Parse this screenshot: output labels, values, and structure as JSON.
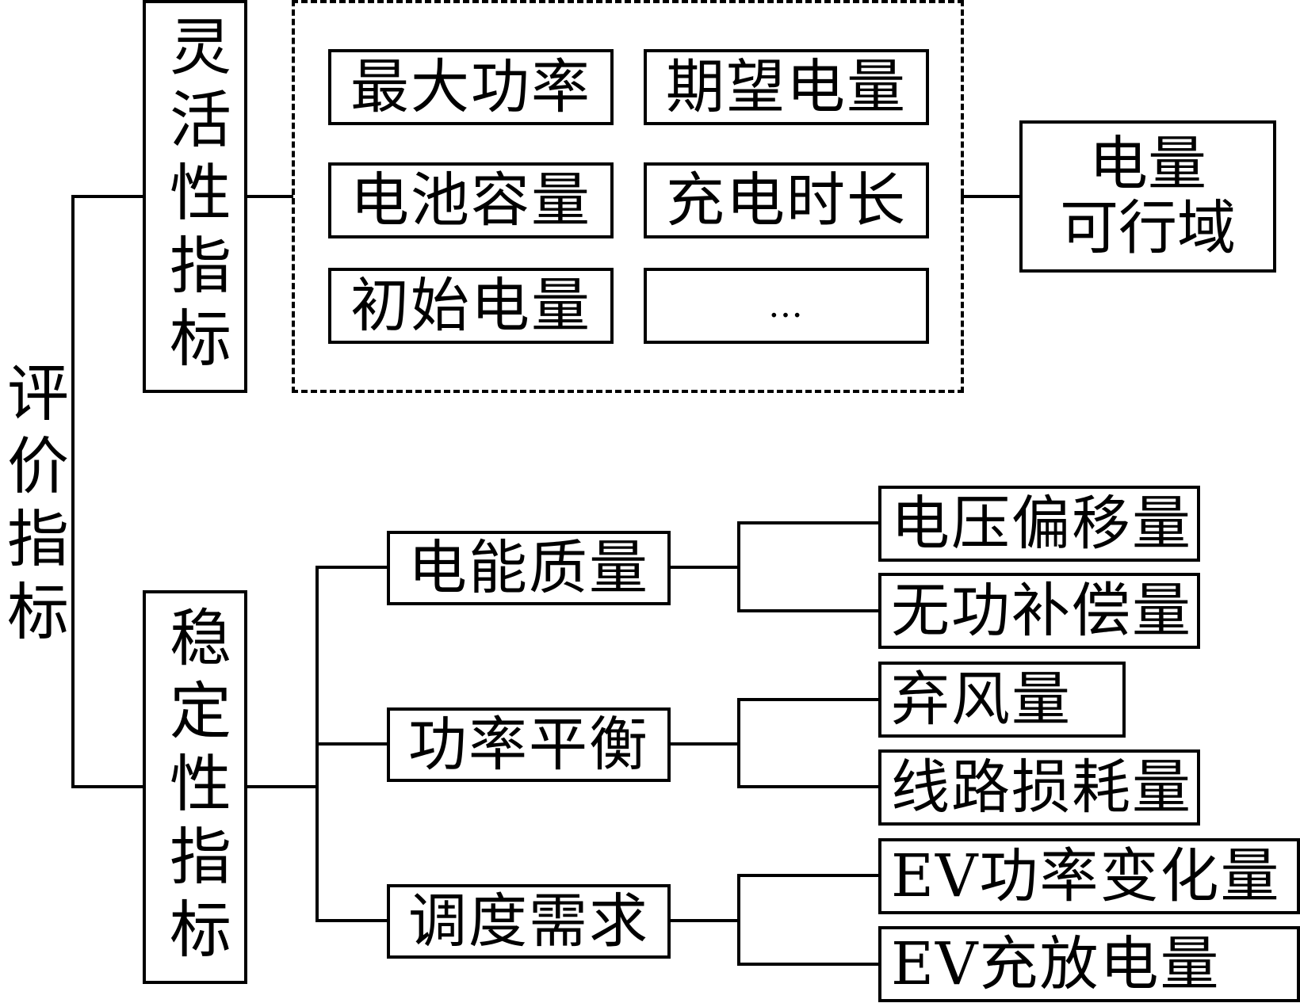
{
  "root_label": "评价指标",
  "flexibility": {
    "label": "灵活性指标",
    "items": [
      "最大功率",
      "期望电量",
      "电池容量",
      "充电时长",
      "初始电量",
      "…"
    ],
    "result": "电量\n可行域"
  },
  "stability": {
    "label": "稳定性指标",
    "groups": [
      {
        "label": "电能质量",
        "children": [
          "电压偏移量",
          "无功补偿量"
        ]
      },
      {
        "label": "功率平衡",
        "children": [
          "弃风量",
          "线路损耗量"
        ]
      },
      {
        "label": "调度需求",
        "children": [
          "EV功率变化量",
          "EV充放电量"
        ]
      }
    ]
  }
}
